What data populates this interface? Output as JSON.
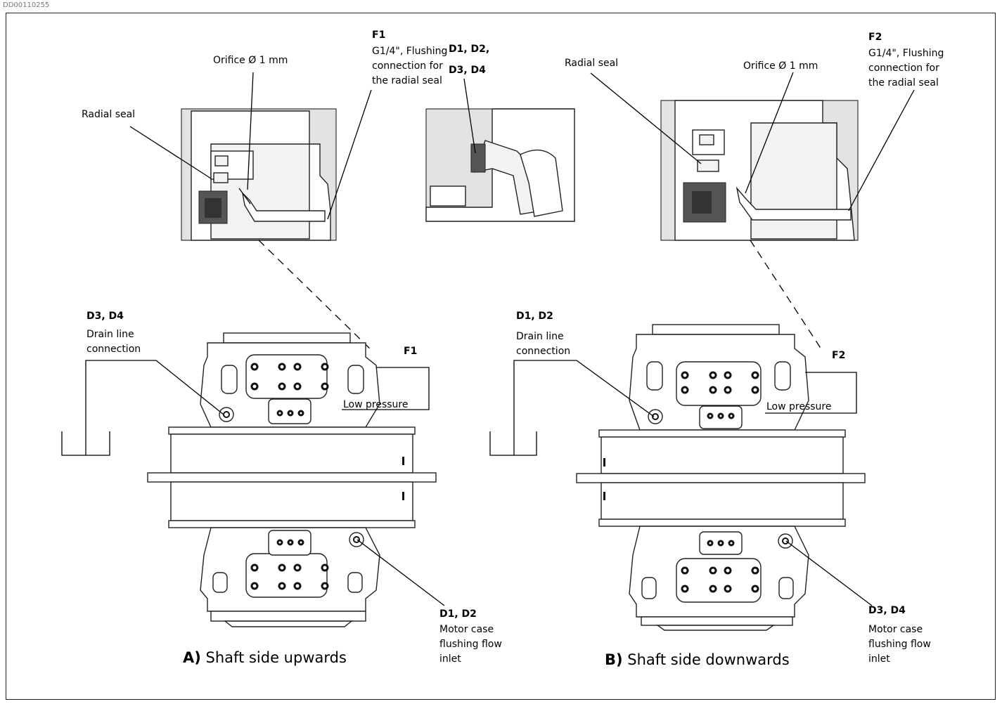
{
  "doc_id": "DD00110255",
  "detail_left": {
    "orifice": "Orifice Ø 1 mm",
    "radial_seal": "Radial seal",
    "f1_title": "F1",
    "f1_l1": "G1/4\", Flushing",
    "f1_l2": "connection for",
    "f1_l3": "the radial seal"
  },
  "detail_mid": {
    "l1": "D1, D2,",
    "l2": "D3, D4"
  },
  "detail_right": {
    "radial_seal": "Radial seal",
    "orifice": "Orifice Ø 1 mm",
    "f2_title": "F2",
    "f2_l1": "G1/4\", Flushing",
    "f2_l2": "connection for",
    "f2_l3": "the radial seal"
  },
  "view_a": {
    "caption_letter": "A)",
    "caption_text": " Shaft side upwards",
    "drain_title": "D3, D4",
    "drain_l1": "Drain line",
    "drain_l2": "connection",
    "f_label": "F1",
    "low_pressure": "Low pressure",
    "inlet_title": "D1, D2",
    "inlet_l1": "Motor case",
    "inlet_l2": "flushing flow",
    "inlet_l3": "inlet"
  },
  "view_b": {
    "caption_letter": "B)",
    "caption_text": " Shaft side downwards",
    "drain_title": "D1, D2",
    "drain_l1": "Drain line",
    "drain_l2": "connection",
    "f_label": "F2",
    "low_pressure": "Low pressure",
    "inlet_title": "D3, D4",
    "inlet_l1": "Motor case",
    "inlet_l2": "flushing flow",
    "inlet_l3": "inlet"
  }
}
